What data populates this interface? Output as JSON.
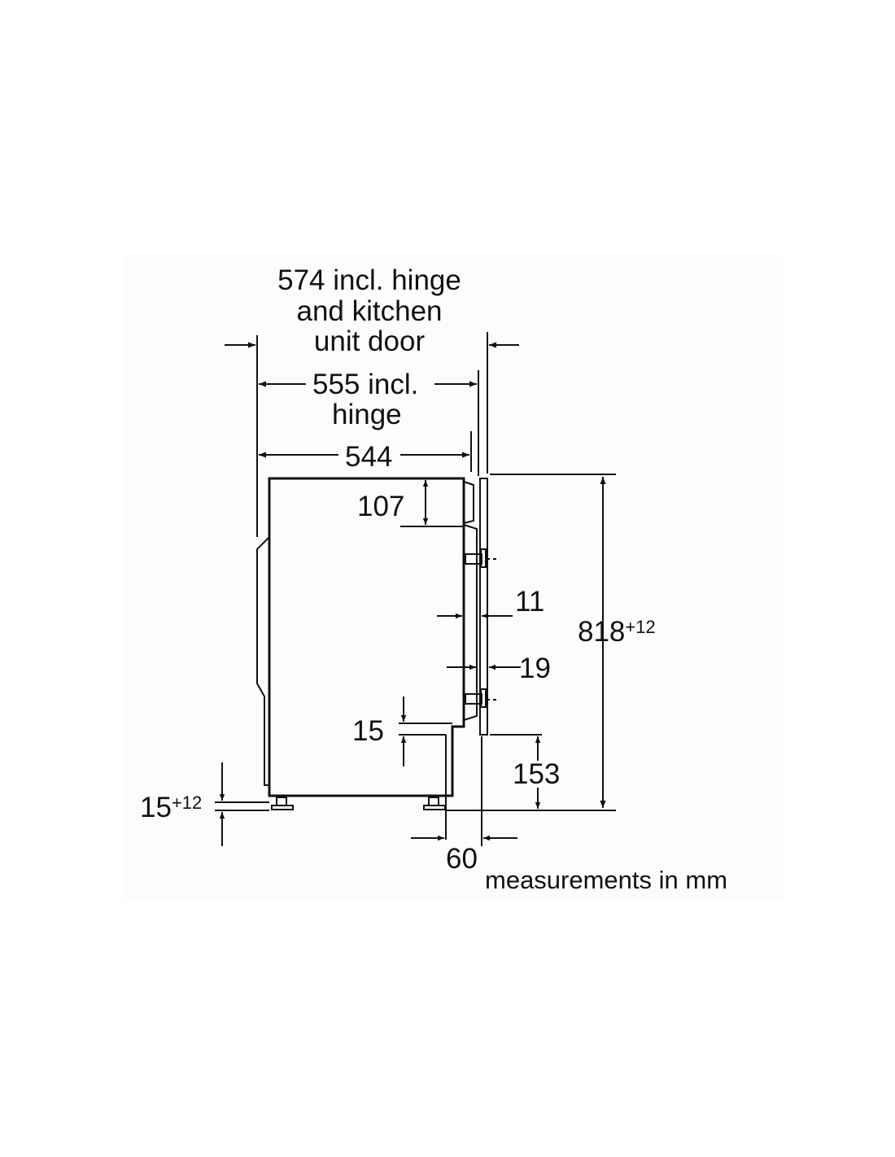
{
  "diagram": {
    "dim_574": {
      "lines": [
        "574 incl. hinge",
        "and kitchen",
        "unit door"
      ]
    },
    "dim_555": {
      "part1": "555 incl.",
      "part2": "hinge"
    },
    "dim_544": "544",
    "dim_107": "107",
    "dim_11": "11",
    "dim_19": "19",
    "dim_15": "15",
    "dim_153": "153",
    "dim_818": {
      "value": "818",
      "tolerance": "+12"
    },
    "dim_15_feet": {
      "value": "15",
      "tolerance": "+12"
    },
    "dim_60": "60",
    "units_note": "measurements in mm"
  }
}
